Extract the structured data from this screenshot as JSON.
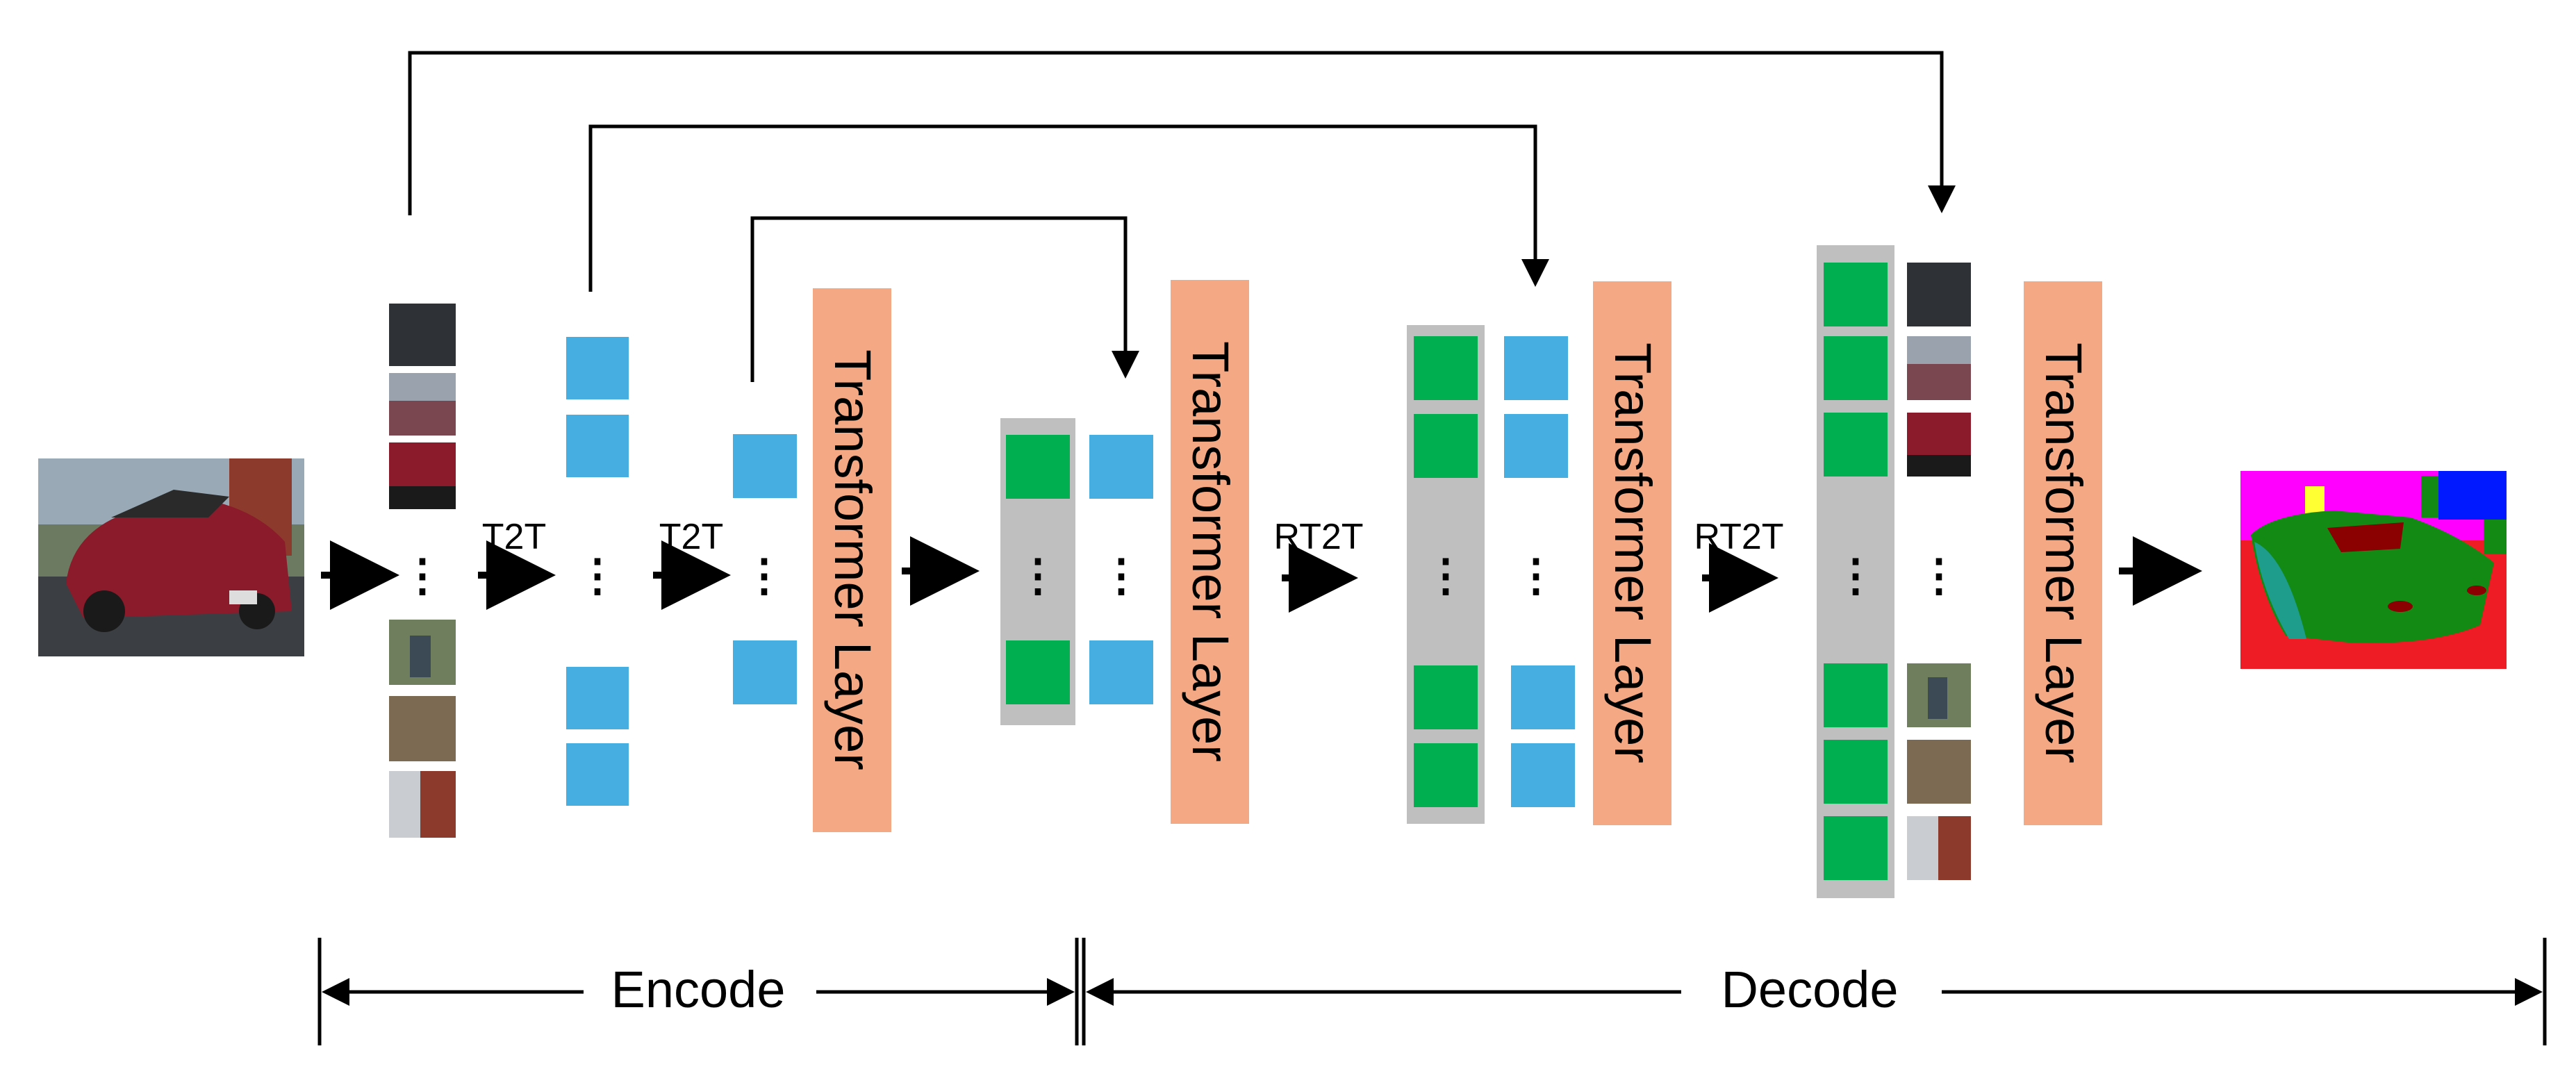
{
  "labels": {
    "t2t_1": "T2T",
    "t2t_2": "T2T",
    "rt2t_1": "RT2T",
    "rt2t_2": "RT2T",
    "transformer": "Transformer Layer",
    "encode": "Encode",
    "decode": "Decode"
  },
  "colors": {
    "token_blue": "#47AEE2",
    "token_green": "#00B050",
    "transformer_fill": "#F4A883",
    "group_gray": "#BFBFBF",
    "seg_red": "#EE1C25",
    "seg_green": "#138A13",
    "seg_magenta": "#FF00FF",
    "seg_blue": "#0019FF",
    "seg_yellow": "#FFFF33",
    "seg_teal": "#1E9C8C",
    "seg_maroon": "#8B0000"
  },
  "icons": {
    "input": "car-photo",
    "output": "segmentation-map",
    "patches": "image-patch-thumbnails"
  }
}
